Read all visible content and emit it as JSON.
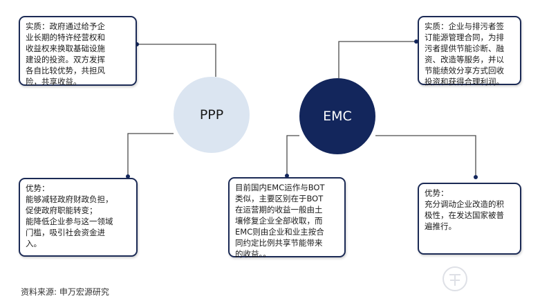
{
  "nodes": {
    "ppp": {
      "label": "PPP"
    },
    "emc": {
      "label": "EMC"
    }
  },
  "boxes": {
    "ppp_essence": "实质：政府通过给予企\n业长期的特许经营权和\n收益权来换取基础设施\n建设的投资。双方发挥\n各自比较优势，共担风\n险，共享收益。",
    "ppp_advantage": "优势：\n能够减轻政府财政负担，\n促使政府职能转变；\n能降低企业参与这一领域\n门槛，吸引社会资金进\n入。",
    "comparison": "目前国内EMC运作与BOT\n类似，主要区别在于BOT\n在运营期的收益一般由土\n壤修复企业全部收取，而\nEMC则由企业和业主按合\n同约定比例共享节能带来\n的收益。。",
    "emc_essence": "实质：企业与排污者签\n订能源管理合同，为排\n污者提供节能诊断、融\n资、改造等服务，并以\n节能绩效分享方式回收\n投资和获得合理利润。",
    "emc_advantage": "优势：\n充分调动企业改造的积\n极性，在发达国家被普\n遍推行。"
  },
  "source": "资料来源: 申万宏源研究",
  "colors": {
    "navy": "#13265c",
    "ppp_fill": "#dbe5f1",
    "box_border": "#1b2a55"
  }
}
